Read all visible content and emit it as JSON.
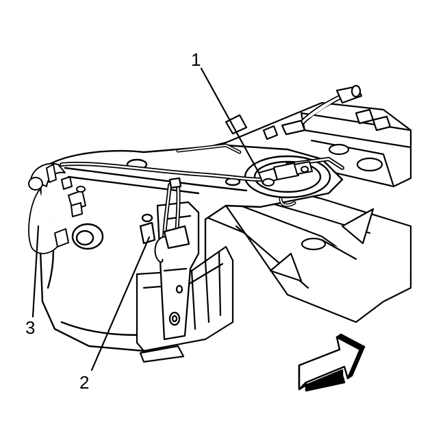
{
  "callouts": [
    {
      "label": "1"
    },
    {
      "label": "2"
    },
    {
      "label": "3"
    }
  ],
  "colors": {
    "line": "#000000",
    "fill": "#ffffff",
    "shade": "#d9d9d9"
  },
  "icons": {
    "direction_arrow": "front-direction-arrow-icon"
  }
}
